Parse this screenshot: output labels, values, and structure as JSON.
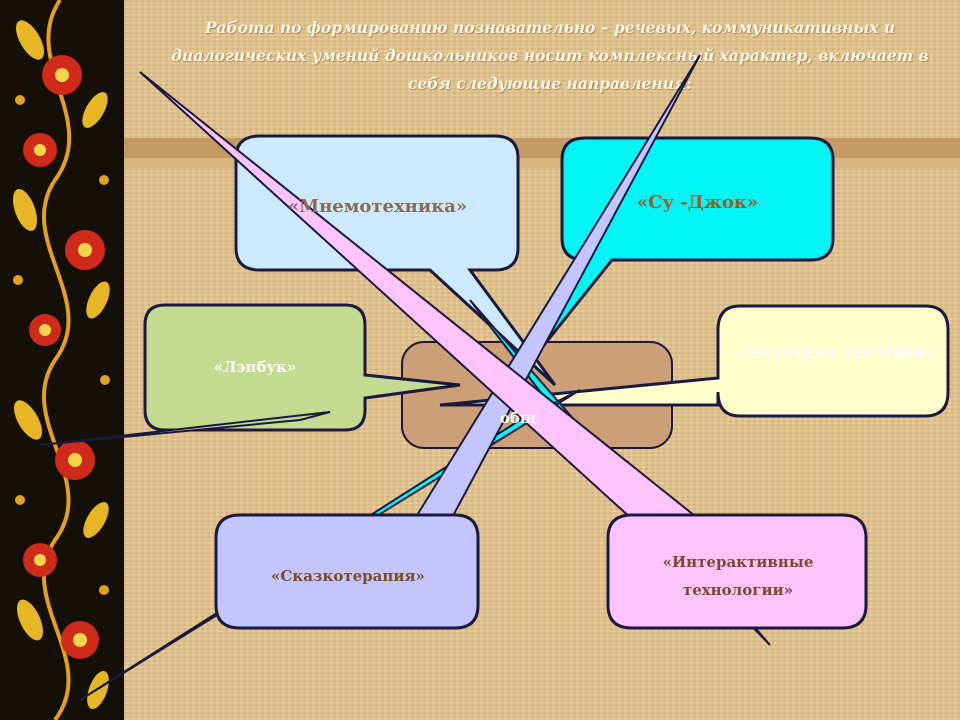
{
  "heading": "Работа по формированию познавательно – речевых, коммуникативных и диалогических умений дошкольников носит комплексный характер, включает в себя следующие направления:",
  "callouts": {
    "mnemotechnika": "«Мнемотехника»",
    "su_jok": "«Су -Джок»",
    "lepbuk": "«Лэпбук»",
    "pesochnaya": "«ПЕСОЧНАЯ ТЕРАПИЯ»",
    "skazkoterapiya": "«Сказкотерапия»",
    "interaktivnye": "«Интерактивные технологии»"
  },
  "center_fragment": "общ",
  "colors": {
    "mnemotechnika": "#cce9ff",
    "su_jok": "#00f5f5",
    "lepbuk": "#c4da90",
    "pesochnaya": "#ffffcc",
    "skazkoterapiya": "#c4c4ff",
    "interaktivnye": "#ffc4ff",
    "center": "#cc9f77",
    "outline": "#1a1a40"
  }
}
